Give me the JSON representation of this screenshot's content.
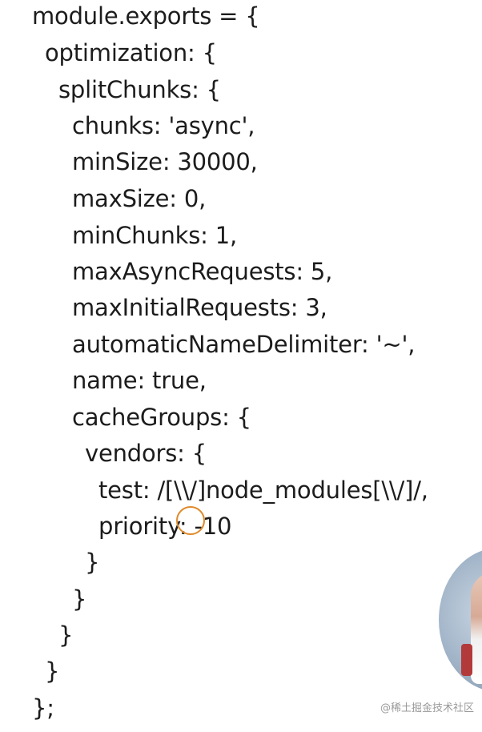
{
  "code": {
    "lines": [
      "module.exports = {",
      "optimization: {",
      "splitChunks: {",
      "chunks: 'async',",
      "minSize: 30000,",
      "maxSize: 0,",
      "minChunks: 1,",
      "maxAsyncRequests: 5,",
      "maxInitialRequests: 3,",
      "automaticNameDelimiter: '~',",
      "name: true,",
      "cacheGroups: {",
      "vendors: {",
      "test: /[\\\\/]node_modules[\\\\/]/,",
      "priority: -10",
      "}",
      "}",
      "}",
      "}",
      "};"
    ]
  },
  "annotation": {
    "circle_color": "#e08a2b"
  },
  "watermark": {
    "text": "@稀土掘金技术社区"
  }
}
